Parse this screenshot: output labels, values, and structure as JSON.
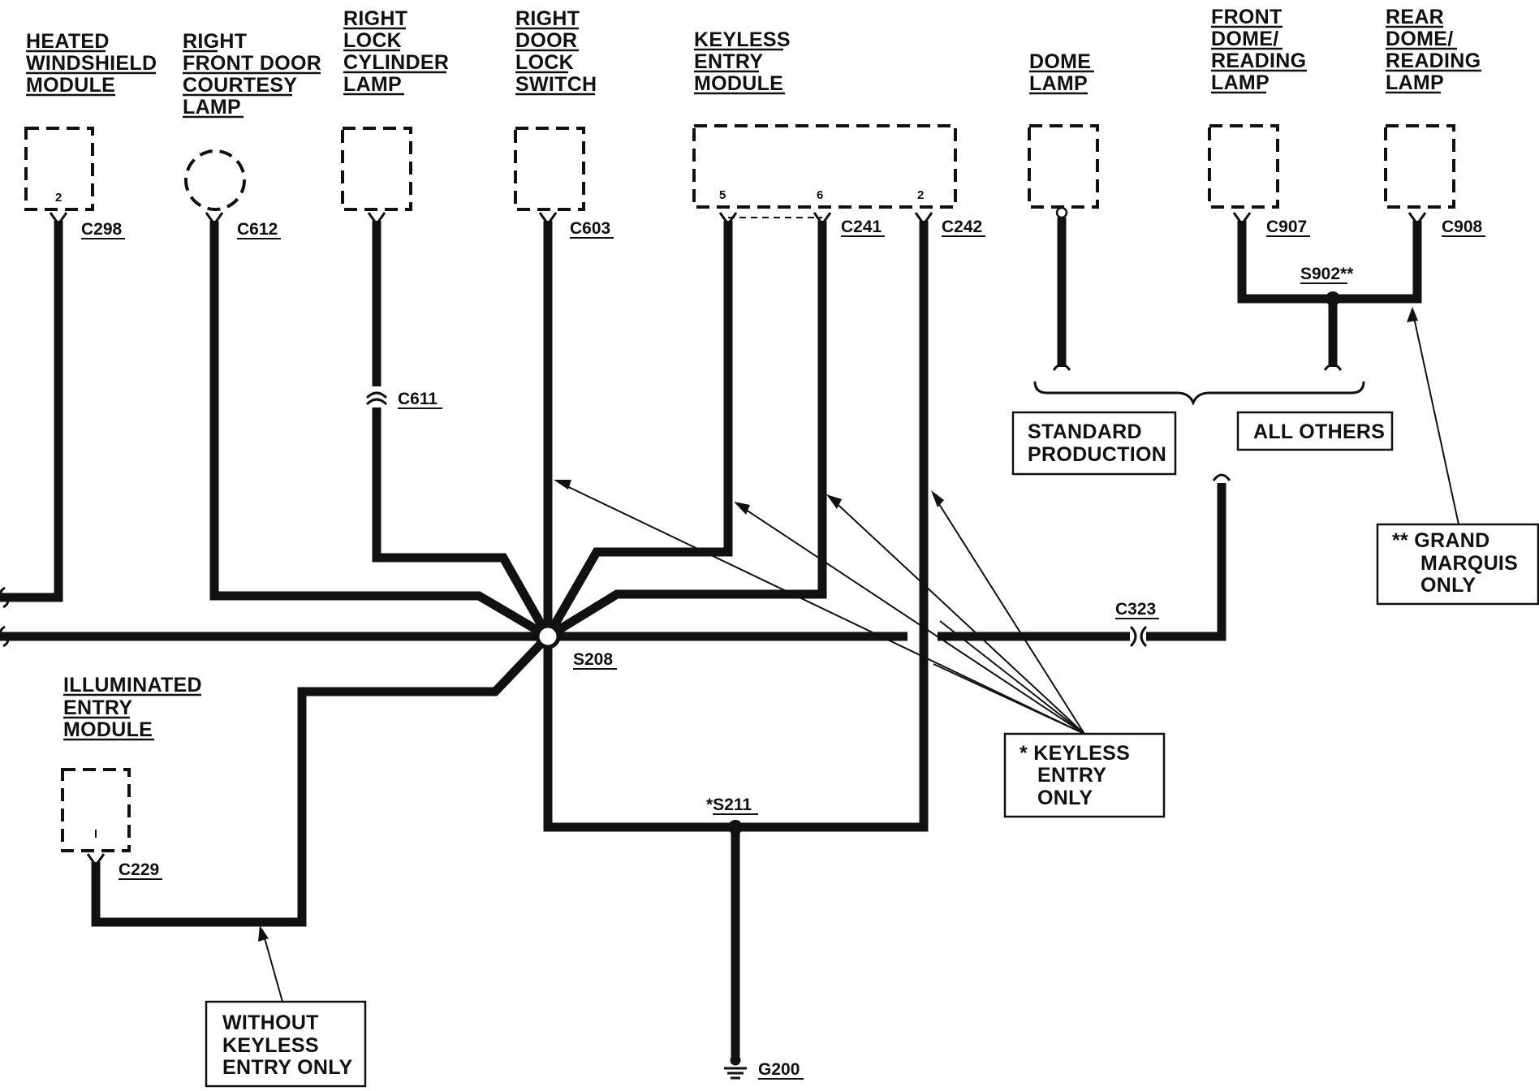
{
  "components": {
    "heated_windshield": {
      "lines": [
        "HEATED",
        "WINDSHIELD",
        "MODULE"
      ],
      "connector": "C298",
      "pin": "2"
    },
    "rf_courtesy_lamp": {
      "lines": [
        "RIGHT",
        "FRONT DOOR",
        "COURTESY",
        "LAMP"
      ],
      "connector": "C612"
    },
    "right_lock_cyl_lamp": {
      "lines": [
        "RIGHT",
        "LOCK",
        "CYLINDER",
        "LAMP"
      ],
      "connector": "C611"
    },
    "right_door_lock_switch": {
      "lines": [
        "RIGHT",
        "DOOR",
        "LOCK",
        "SWITCH"
      ],
      "connector": "C603"
    },
    "keyless_entry_module": {
      "lines": [
        "KEYLESS",
        "ENTRY",
        "MODULE"
      ],
      "connector_a": "C241",
      "connector_b": "C242",
      "pins": [
        "5",
        "6",
        "2"
      ]
    },
    "dome_lamp": {
      "lines": [
        "DOME",
        "LAMP"
      ]
    },
    "front_dome_reading": {
      "lines": [
        "FRONT",
        "DOME/",
        "READING",
        "LAMP"
      ],
      "connector": "C907"
    },
    "rear_dome_reading": {
      "lines": [
        "REAR",
        "DOME/",
        "READING",
        "LAMP"
      ],
      "connector": "C908"
    },
    "illuminated_entry": {
      "lines": [
        "ILLUMINATED",
        "ENTRY",
        "MODULE"
      ],
      "connector": "C229"
    }
  },
  "splices": {
    "s208": "S208",
    "s211": "*S211",
    "s902": "S902**"
  },
  "connectors": {
    "c323": "C323",
    "g200": "G200"
  },
  "notes": {
    "standard_production": [
      "STANDARD",
      "PRODUCTION"
    ],
    "all_others": "ALL OTHERS",
    "grand_marquis": [
      "** GRAND",
      "MARQUIS",
      "ONLY"
    ],
    "keyless_only": [
      "* KEYLESS",
      "ENTRY",
      "ONLY"
    ],
    "without_keyless": [
      "WITHOUT",
      "KEYLESS",
      "ENTRY ONLY"
    ]
  }
}
